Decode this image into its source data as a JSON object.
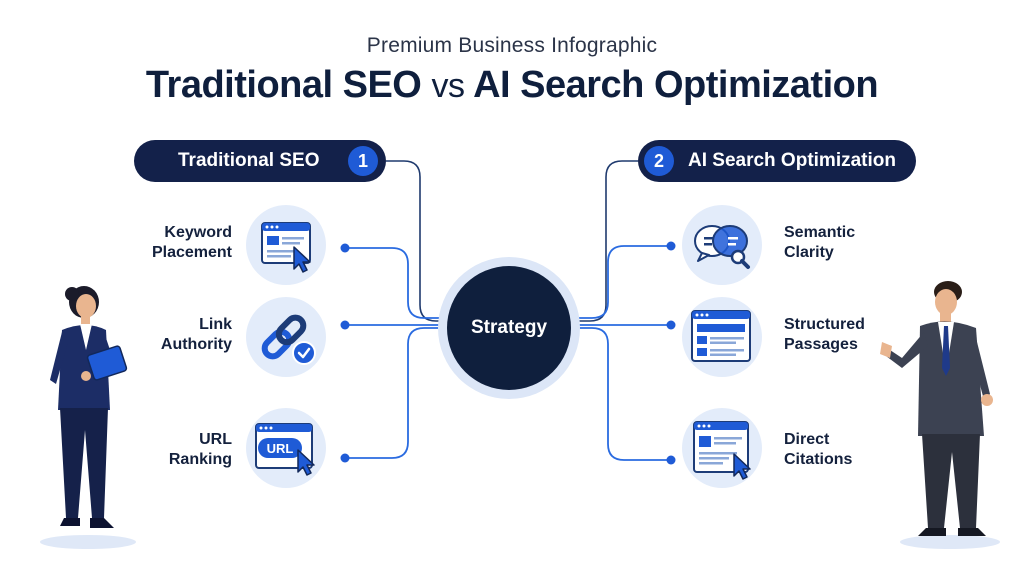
{
  "header": {
    "subtitle": "Premium Business Infographic",
    "title_left": "Traditional SEO",
    "title_vs": "vs",
    "title_right": "AI Search Optimization"
  },
  "left_panel": {
    "label": "Traditional SEO",
    "number": "1",
    "items": [
      {
        "line1": "Keyword",
        "line2": "Placement",
        "icon": "webpage-cursor-icon"
      },
      {
        "line1": "Link",
        "line2": "Authority",
        "icon": "chain-link-check-icon"
      },
      {
        "line1": "URL",
        "line2": "Ranking",
        "icon": "url-browser-icon"
      }
    ]
  },
  "right_panel": {
    "label": "AI Search Optimization",
    "number": "2",
    "items": [
      {
        "line1": "Semantic",
        "line2": "Clarity",
        "icon": "speech-bubbles-magnifier-icon"
      },
      {
        "line1": "Structured",
        "line2": "Passages",
        "icon": "structured-page-icon"
      },
      {
        "line1": "Direct",
        "line2": "Citations",
        "icon": "document-cursor-icon"
      }
    ]
  },
  "center": {
    "label": "Strategy"
  },
  "icon_text": {
    "url": "URL"
  },
  "colors": {
    "navy": "#13214a",
    "accent_blue": "#1f5bd6",
    "light_blue": "#e3ecfa",
    "connector": "#1f5bd6"
  }
}
